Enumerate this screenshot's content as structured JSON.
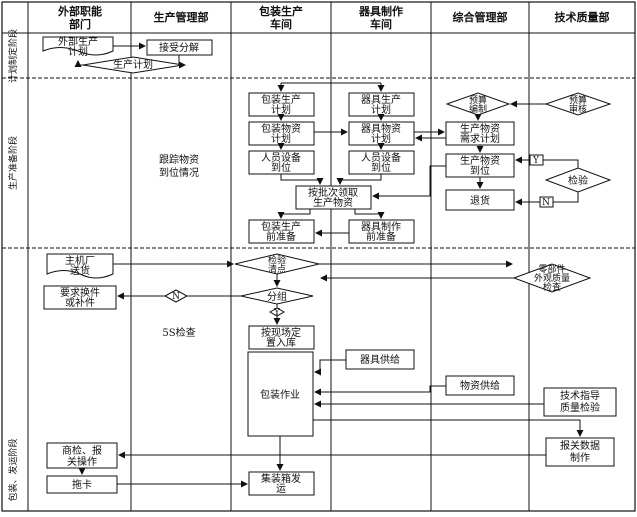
{
  "columns": [
    {
      "line1": "外部职能",
      "line2": "部门"
    },
    {
      "line1": "生产管理部",
      "line2": ""
    },
    {
      "line1": "包装生产",
      "line2": "车间"
    },
    {
      "line1": "器具制作",
      "line2": "车间"
    },
    {
      "line1": "综合管理部",
      "line2": ""
    },
    {
      "line1": "技术质量部",
      "line2": ""
    }
  ],
  "phases": [
    "计划制定阶段",
    "生产准备阶段",
    "包装、发运阶段"
  ],
  "nodes": {
    "ext_plan": [
      "外部生产",
      "计划"
    ],
    "accept": [
      "接受分解"
    ],
    "prod_plan": [
      "生产计划"
    ],
    "pack_plan": [
      "包装生产",
      "计划"
    ],
    "tool_plan": [
      "器具生产",
      "计划"
    ],
    "budget": [
      "预算",
      "编制"
    ],
    "budget_review": [
      "预算",
      "审核"
    ],
    "pack_mat_plan": [
      "包装物资",
      "计划"
    ],
    "tool_mat_plan": [
      "器具物资",
      "计划"
    ],
    "mat_req_plan": [
      "生产物资",
      "需求计划"
    ],
    "track": [
      "跟踪物资",
      "到位情况"
    ],
    "pack_staff": [
      "人员设备",
      "到位"
    ],
    "tool_staff": [
      "人员设备",
      "到位"
    ],
    "mat_arrive": [
      "生产物资",
      "到位"
    ],
    "inspect_a": [
      "检验"
    ],
    "batch": [
      "按批次领取",
      "生产物资"
    ],
    "return": [
      "退货"
    ],
    "pack_prep": [
      "包装生产",
      "前准备"
    ],
    "tool_prep": [
      "器具制作",
      "前准备"
    ],
    "supplier": [
      "主机厂",
      "送货"
    ],
    "inspect_count": [
      "检验",
      "清点"
    ],
    "parts_check": [
      "零部件",
      "外观质量",
      "检查"
    ],
    "replace": [
      "要求换件",
      "或补件"
    ],
    "sort": [
      "分组"
    ],
    "five_s": [
      "5S检查"
    ],
    "store": [
      "按现场定",
      "置入库"
    ],
    "tool_supply": [
      "器具供给"
    ],
    "packing": [
      "包装作业"
    ],
    "mat_supply": [
      "物资供给"
    ],
    "tech_guide": [
      "技术指导",
      "质量检验"
    ],
    "customs": [
      "商检、报",
      "关操作"
    ],
    "customs_data": [
      "报关数据",
      "制作"
    ],
    "truck": [
      "拖卡"
    ],
    "ship": [
      "集装箱发",
      "运"
    ]
  },
  "flags": {
    "y": "Y",
    "n": "N"
  }
}
